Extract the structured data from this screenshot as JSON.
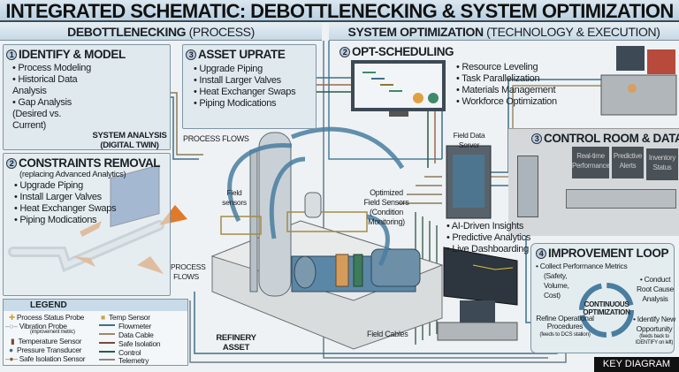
{
  "title": "INTEGRATED SCHEMATIC: DEBOTTLENECKING & SYSTEM OPTIMIZATION",
  "sections": {
    "left": {
      "bold": "DEBOTTLENECKING",
      "rest": "(PROCESS)"
    },
    "right": {
      "bold": "SYSTEM OPTIMIZATION",
      "rest": "(TECHNOLOGY & EXECUTION)"
    }
  },
  "identify": {
    "num": "1",
    "title": "IDENTIFY & MODEL",
    "items": [
      "Process Modeling",
      "Historical Data Analysis",
      "Gap Analysis (Desired vs. Current)"
    ],
    "caption1": "SYSTEM ANALYSIS",
    "caption2": "(DIGITAL TWIN)"
  },
  "constraints": {
    "num": "2",
    "title": "CONSTRAINTS REMOVAL",
    "subtitle": "(replacing Advanced Analytics)",
    "items": [
      "Upgrade Piping",
      "Install Larger Valves",
      "Heat Exchanger Swaps",
      "Piping Modications"
    ]
  },
  "asset_uprate": {
    "num": "3",
    "title": "ASSET UPRATE",
    "items": [
      "Upgrade Piping",
      "Install Larger Valves",
      "Heat Exchanger Swaps",
      "Piping Modications"
    ]
  },
  "opt_scheduling": {
    "num": "2",
    "title": "OPT-SCHEDULING",
    "items": [
      "Resource Leveling",
      "Task Parallelization",
      "Materials Management",
      "Workforce Optimization"
    ]
  },
  "control_room": {
    "num": "3",
    "title": "CONTROL ROOM & DATA",
    "screens": [
      "Real-time Performance",
      "Predictive Alerts",
      "Inventory Status"
    ]
  },
  "server": {
    "label1": "Field Data",
    "label2": "Server",
    "items": [
      "AI-Driven Insights",
      "Predictive Analytics",
      "Live Dashboarding"
    ]
  },
  "improvement": {
    "num": "4",
    "title": "IMPROVEMENT LOOP",
    "center1": "CONTINUOUS",
    "center2": "OPTIMIZATION",
    "collect": "Collect Performance Metrics",
    "collect_sub": "(Safety, Volume, Cost)",
    "conduct": "Conduct Root Cause Analysis",
    "identify": "Identify New Opportunity",
    "identify_sub": "(feeds back to IDENTIFY on left)",
    "refine": "Refine Operational Procedures",
    "refine_sub": "(feeds to DCS station)"
  },
  "labels": {
    "process_flows_top": "PROCESS FLOWS",
    "process_flows_side": "PROCESS FLOWS",
    "field_sensors": "Field sensors",
    "optimized_sensors": "Optimized Field Sensors (Condition Monitoring)",
    "refinery_asset": "REFINERY ASSET",
    "field_cables": "Field Cables"
  },
  "legend": {
    "title": "LEGEND",
    "left": [
      "Process Status Probe",
      "Vibration Probe",
      "Temperature Sensor",
      "Pressure Transducer",
      "Safe Isolation Sensor"
    ],
    "left_note": "(improvement metric)",
    "right": [
      "Temp Sensor",
      "Flowmeter",
      "Data Cable",
      "Safe Isolation",
      "Control",
      "Telemetry"
    ],
    "line_colors": [
      "#3f6f8a",
      "#9a8a6a",
      "#7a4a3a",
      "#2f5a45",
      "#8a8a7a"
    ]
  },
  "key_diagram": "KEY DIAGRAM",
  "colors": {
    "accent_blue": "#4a7ea0",
    "arrow_orange": "#e07a2a",
    "panel_bg": "#dfe9ee"
  }
}
